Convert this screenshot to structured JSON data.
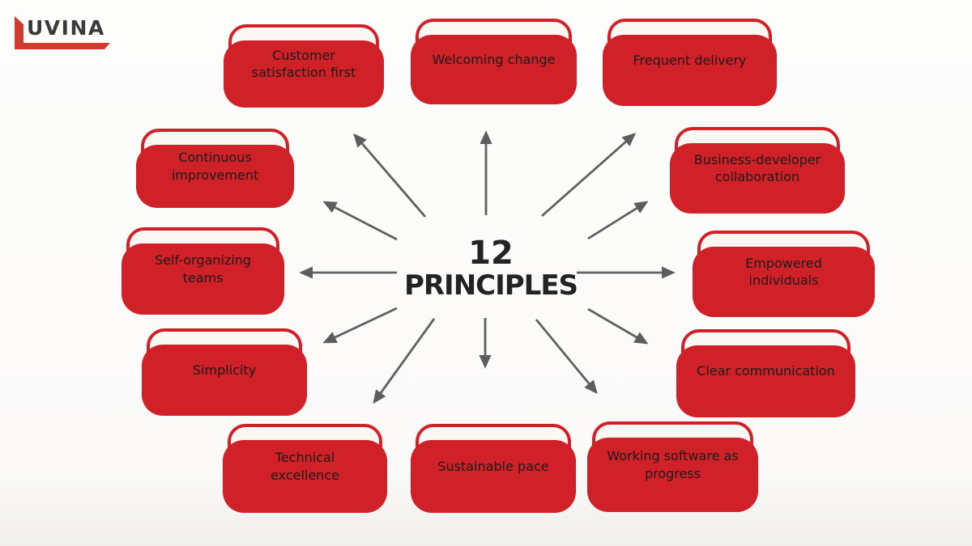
{
  "logo": {
    "text": "UVINA"
  },
  "center": {
    "value": "12",
    "label": "PRINCIPLES"
  },
  "principles": [
    {
      "label": "Customer satisfaction first"
    },
    {
      "label": "Welcoming change"
    },
    {
      "label": "Frequent delivery"
    },
    {
      "label": "Business-developer collaboration"
    },
    {
      "label": "Empowered individuals"
    },
    {
      "label": "Clear communication"
    },
    {
      "label": "Working software as progress"
    },
    {
      "label": "Sustainable pace"
    },
    {
      "label": "Technical excellence"
    },
    {
      "label": "Simplicity"
    },
    {
      "label": "Self-organizing teams"
    },
    {
      "label": "Continuous improvement"
    }
  ],
  "colors": {
    "accent_red": "#cf2127",
    "logo_red": "#d23a2e",
    "box_fill": "#faf8f3",
    "text_dark": "#1d1c1c",
    "arrow_gray": "#606060"
  }
}
